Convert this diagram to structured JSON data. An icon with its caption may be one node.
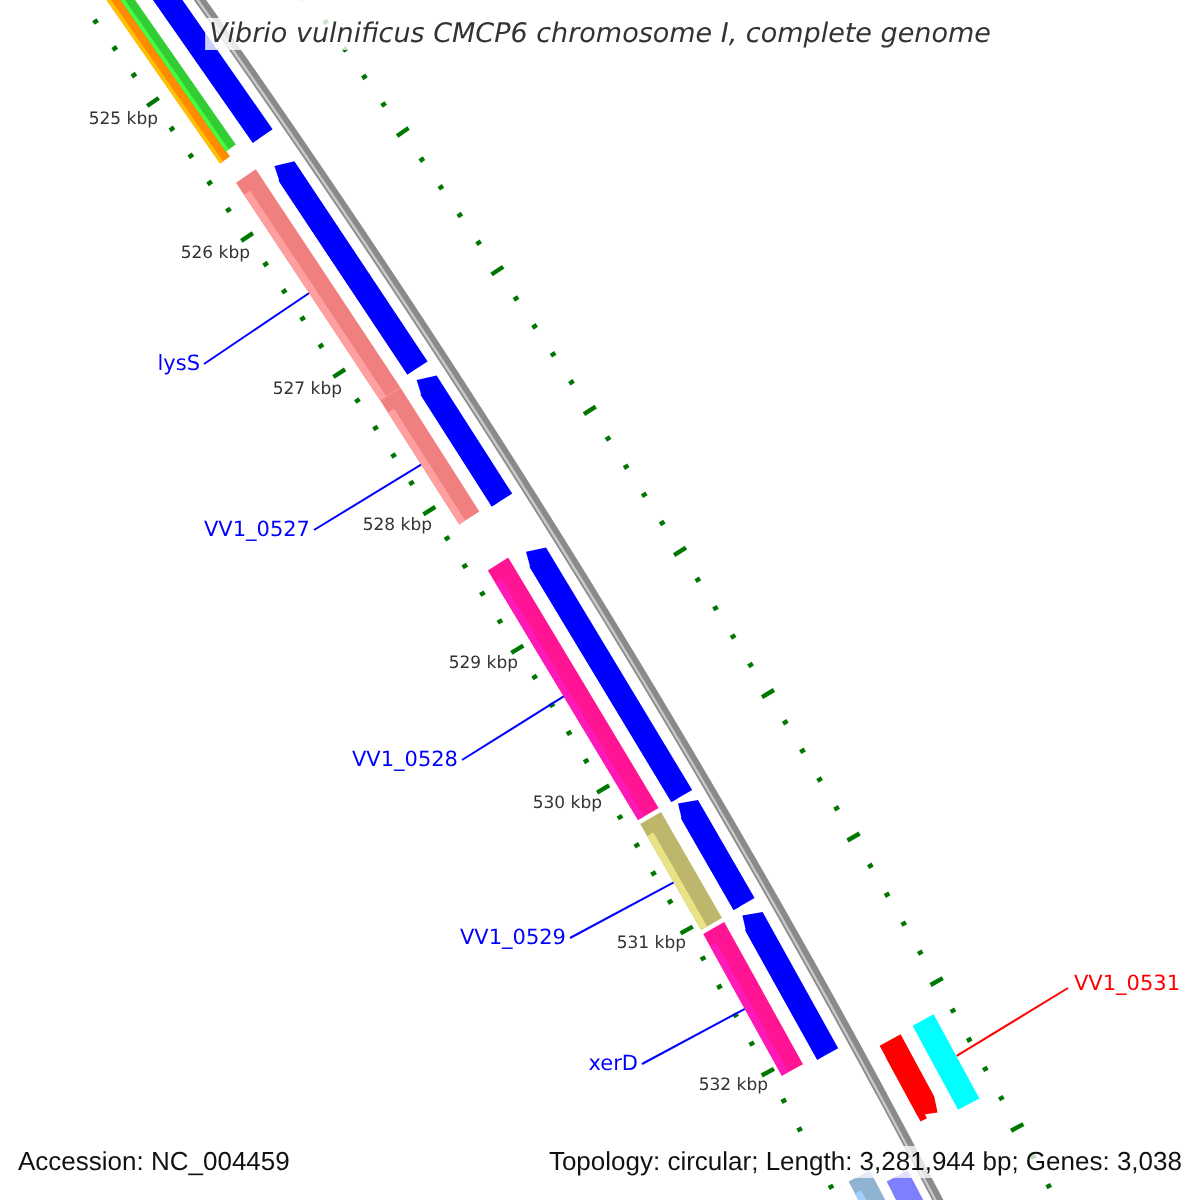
{
  "diagram": {
    "title": "Vibrio vulnificus CMCP6 chromosome I, complete genome",
    "nodes": [
      {
        "text": [
          "lysS"
        ]
      },
      {
        "text": [],
        "shape": "bar"
      },
      {
        "text": [
          "VV1_0527"
        ]
      },
      {
        "text": [],
        "shape": "bar"
      },
      {
        "text": [
          "VV1_0528"
        ]
      },
      {
        "text": [],
        "shape": "bar"
      },
      {
        "text": [
          "VV1_0529"
        ]
      },
      {
        "text": [],
        "shape": "bar"
      },
      {
        "text": [
          "xerD"
        ]
      },
      {
        "text": [],
        "shape": "bar"
      },
      {
        "text": [
          "VV1_0531"
        ]
      },
      {
        "text": [],
        "shape": "bar"
      }
    ],
    "edges": [
      {
        "from": 0,
        "to": 1,
        "arrow": "none"
      },
      {
        "from": 2,
        "to": 3,
        "arrow": "none"
      },
      {
        "from": 4,
        "to": 5,
        "arrow": "none"
      },
      {
        "from": 6,
        "to": 7,
        "arrow": "none"
      },
      {
        "from": 8,
        "to": 9,
        "arrow": "none"
      },
      {
        "from": 10,
        "to": 11,
        "arrow": "none",
        "color": "#ff0000"
      }
    ],
    "labels": [
      "525 kbp",
      "526 kbp",
      "527 kbp",
      "528 kbp",
      "529 kbp",
      "530 kbp",
      "531 kbp",
      "532 kbp",
      "Accession: NC_004459",
      "Topology: circular; Length: 3,281,944 bp; Genes: 3,038"
    ]
  }
}
